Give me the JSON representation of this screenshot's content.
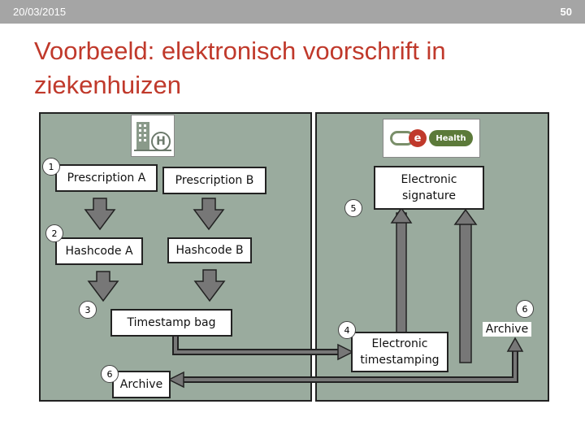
{
  "header": {
    "date": "20/03/2015",
    "slide_number": "50"
  },
  "title": "Voorbeeld: elektronisch voorschrift in ziekenhuizen",
  "colors": {
    "title": "#c0392b",
    "panel": "#9aab9e",
    "arrow": "#555555",
    "topbar": "#a5a5a5"
  },
  "logos": {
    "hospital": "H",
    "ehealth_prefix": "e",
    "ehealth_name": "Health"
  },
  "diagram": {
    "prescription_a": "Prescription A",
    "prescription_b": "Prescription B",
    "hashcode_a": "Hashcode A",
    "hashcode_b": "Hashcode B",
    "timestamp_bag": "Timestamp bag",
    "archive_left": "Archive",
    "electronic_signature": "Electronic signature",
    "electronic_timestamping": "Electronic timestamping",
    "archive_right": "Archive",
    "steps": {
      "s1": "1",
      "s2": "2",
      "s3": "3",
      "s4": "4",
      "s5": "5",
      "s6a": "6",
      "s6b": "6"
    }
  }
}
